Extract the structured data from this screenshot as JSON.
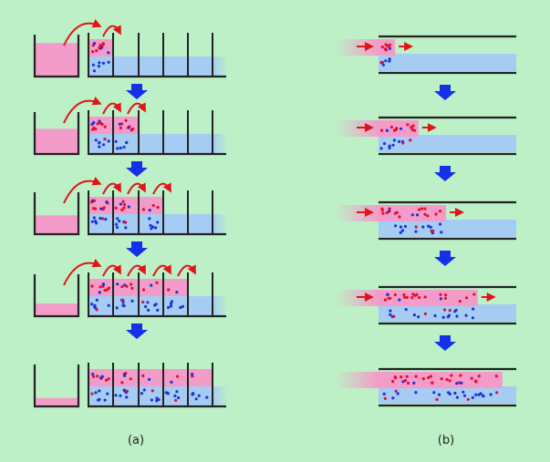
{
  "labels": {
    "a": "(a)",
    "b": "(b)"
  },
  "colors": {
    "background": "#bdf0c6",
    "upper_phase": "#f39bc9",
    "lower_phase": "#a6ccf4",
    "outline": "#222222",
    "flow_arrow": "#e0141a",
    "step_arrow": "#1430e8",
    "particle_red": "#e01030",
    "particle_blue": "#1a35d6"
  },
  "panel_a": {
    "stages": [
      {
        "beaker_fill": 0.8,
        "cells_pink": 1,
        "arrows": 2
      },
      {
        "beaker_fill": 0.6,
        "cells_pink": 2,
        "arrows": 3
      },
      {
        "beaker_fill": 0.45,
        "cells_pink": 3,
        "arrows": 4
      },
      {
        "beaker_fill": 0.3,
        "cells_pink": 4,
        "arrows": 5
      },
      {
        "beaker_fill": 0.2,
        "cells_pink": 5,
        "arrows": 0
      }
    ]
  },
  "panel_b": {
    "stages": [
      {
        "upper_extent": 0.12,
        "inflow": true
      },
      {
        "upper_extent": 0.29,
        "inflow": true
      },
      {
        "upper_extent": 0.49,
        "inflow": true
      },
      {
        "upper_extent": 0.72,
        "inflow": true
      },
      {
        "upper_extent": 0.9,
        "inflow": false
      }
    ]
  }
}
